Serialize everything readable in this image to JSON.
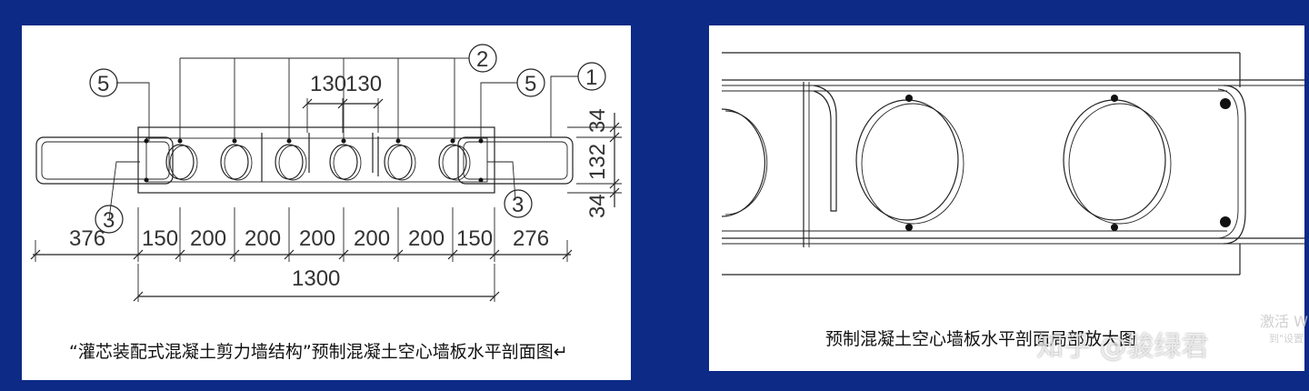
{
  "left": {
    "caption": "“灌芯装配式混凝土剪力墙结构”预制混凝土空心墙板水平剖面图↵",
    "callouts": [
      "5",
      "2",
      "5",
      "1",
      "3",
      "3"
    ],
    "dims_top": [
      "130",
      "130"
    ],
    "dims_right": [
      "34",
      "132",
      "34"
    ],
    "dims_bottom": [
      "376",
      "150",
      "200",
      "200",
      "200",
      "200",
      "200",
      "150",
      "276"
    ],
    "dim_total": "1300"
  },
  "right": {
    "caption": "预制混凝土空心墙板水平剖面局部放大图"
  },
  "watermark": {
    "zhihu": "知乎 @骏绿君",
    "activate": "激活 W",
    "activate_sub": "到\"设置"
  }
}
